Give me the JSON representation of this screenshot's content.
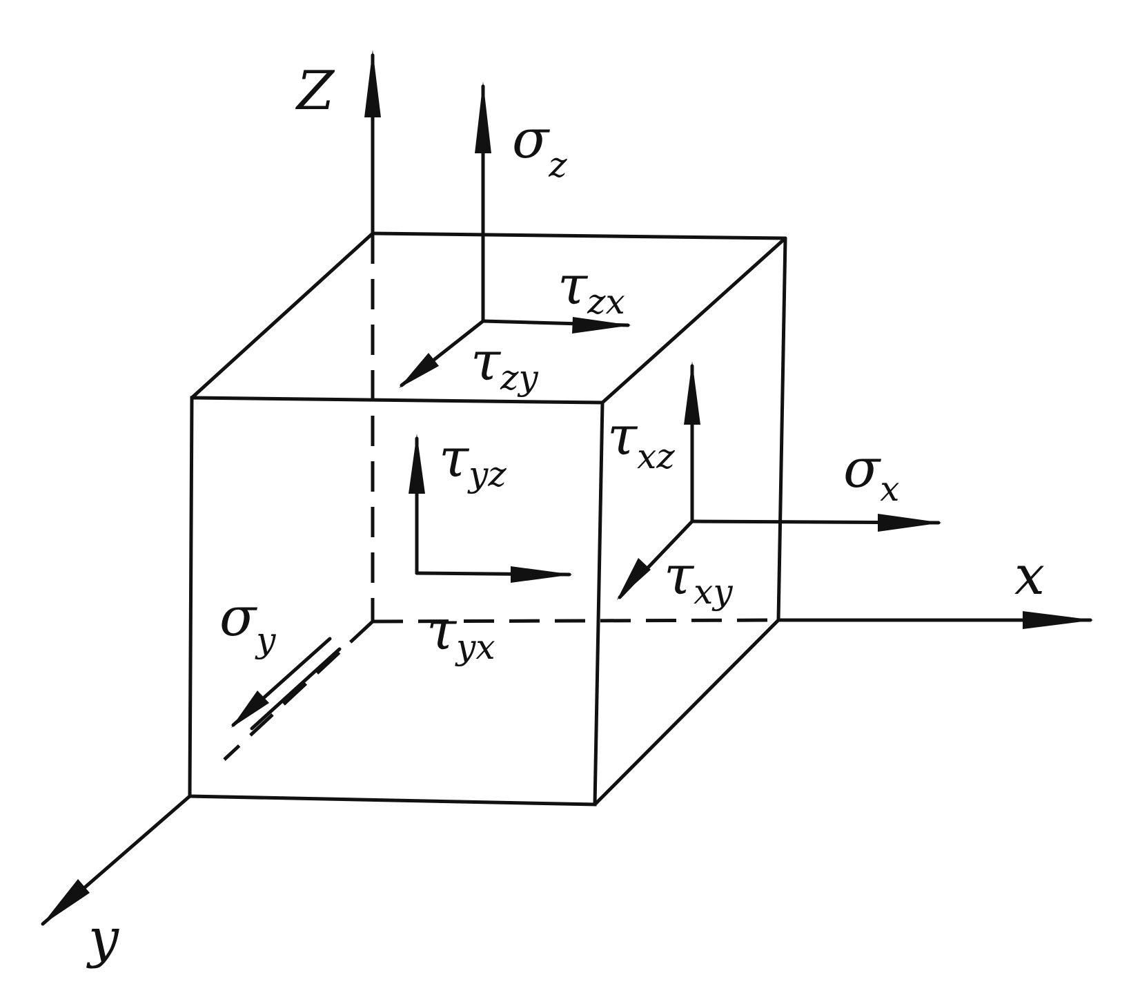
{
  "axes": {
    "z": "Z",
    "x": "x",
    "y": "y"
  },
  "stresses": {
    "sigma_z": {
      "symbol": "σ",
      "subscript": "z"
    },
    "sigma_x": {
      "symbol": "σ",
      "subscript": "x"
    },
    "sigma_y": {
      "symbol": "σ",
      "subscript": "y"
    },
    "tau_zx": {
      "symbol": "τ",
      "subscript": "zx"
    },
    "tau_zy": {
      "symbol": "τ",
      "subscript": "zy"
    },
    "tau_yz": {
      "symbol": "τ",
      "subscript": "yz"
    },
    "tau_yx": {
      "symbol": "τ",
      "subscript": "yx"
    },
    "tau_xz": {
      "symbol": "τ",
      "subscript": "xz"
    },
    "tau_xy": {
      "symbol": "τ",
      "subscript": "xy"
    }
  },
  "colors": {
    "ink": "#111111",
    "paper": "#ffffff"
  }
}
